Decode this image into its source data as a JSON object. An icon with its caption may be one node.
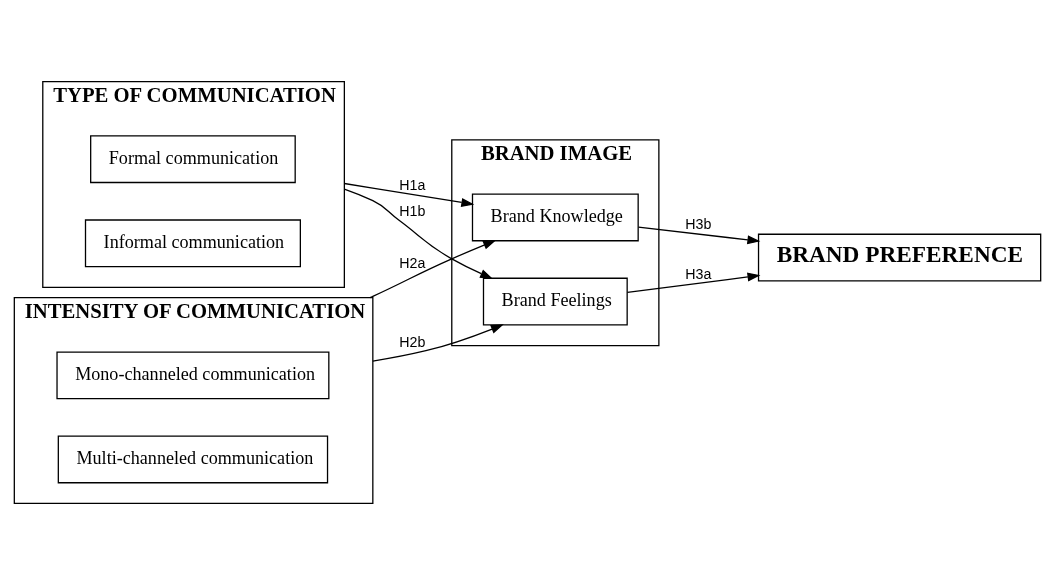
{
  "diagram": {
    "nodes": [
      {
        "text": [
          "TYPE OF COMMUNICATION"
        ]
      },
      {
        "text": [
          "Formal communication"
        ],
        "in": 0
      },
      {
        "text": [
          "Informal communication"
        ],
        "in": 0
      },
      {
        "text": [
          "INTENSITY OF COMMUNICATION"
        ]
      },
      {
        "text": [
          "Mono-channeled communication"
        ],
        "in": 3
      },
      {
        "text": [
          "Multi-channeled communication"
        ],
        "in": 3
      },
      {
        "text": [
          "BRAND IMAGE"
        ]
      },
      {
        "text": [
          "Brand Knowledge"
        ],
        "in": 6
      },
      {
        "text": [
          "Brand Feelings"
        ],
        "in": 6
      },
      {
        "text": [
          "BRAND PREFERENCE"
        ]
      }
    ],
    "edges": [
      {
        "from": 0,
        "to": 7,
        "arrow": "to",
        "label": "H1a"
      },
      {
        "from": 0,
        "to": 8,
        "arrow": "to",
        "label": "H1b"
      },
      {
        "from": 3,
        "to": 7,
        "arrow": "to",
        "label": "H2a"
      },
      {
        "from": 3,
        "to": 8,
        "arrow": "to",
        "label": "H2b"
      },
      {
        "from": 7,
        "to": 9,
        "arrow": "to",
        "label": "H3b"
      },
      {
        "from": 8,
        "to": 9,
        "arrow": "to",
        "label": "H3a"
      }
    ]
  }
}
